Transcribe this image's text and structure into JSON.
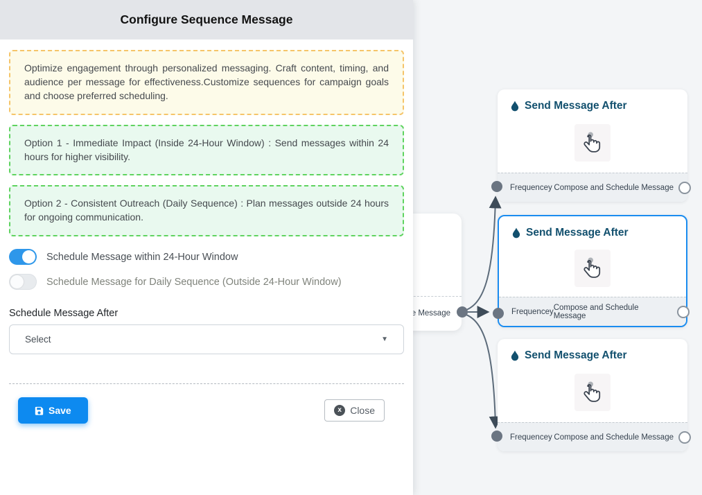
{
  "panel": {
    "title": "Configure Sequence Message",
    "intro_note": "Optimize engagement through personalized messaging. Craft content, timing, and audience per message for effectiveness.Customize sequences for campaign goals and choose preferred scheduling.",
    "option1_note": "Option 1 - Immediate Impact (Inside 24-Hour Window) : Send messages within 24 hours for higher visibility.",
    "option2_note": "Option 2 - Consistent Outreach (Daily Sequence) : Plan messages outside 24 hours for ongoing communication.",
    "toggle_within_24h": {
      "label": "Schedule Message within 24-Hour Window",
      "state": "on"
    },
    "toggle_daily_sequence": {
      "label": "Schedule Message for Daily Sequence (Outside 24-Hour Window)",
      "state": "off"
    },
    "schedule_after": {
      "label": "Schedule Message After",
      "value": "Select"
    },
    "save_label": "Save",
    "close_label": "Close",
    "close_icon_glyph": "x"
  },
  "canvas": {
    "source_node": {
      "footer_label_partial": "ce Message"
    },
    "nodes": [
      {
        "title": "Send Message After",
        "footer_left": "Frequencey",
        "footer_right": "Compose and Schedule Message",
        "selected": false
      },
      {
        "title": "Send Message After",
        "footer_left": "Frequencey",
        "footer_right": "Compose and Schedule Message",
        "selected": true
      },
      {
        "title": "Send Message After",
        "footer_left": "Frequencey",
        "footer_right": "Compose and Schedule Message",
        "selected": false
      }
    ]
  },
  "icons": {
    "save": "floppy-disk-icon",
    "close": "circle-x-icon",
    "node_title": "water-drop-icon",
    "node_body": "hand-pointer-icon",
    "select_caret": "caret-down-icon"
  },
  "colors": {
    "accent_blue": "#0d8af0",
    "selected_node_border": "#1a8cf0",
    "toggle_on": "#2e97ea",
    "node_title_navy": "#12506e",
    "note_yellow_border": "#f5c469",
    "note_yellow_bg": "#fdfbe9",
    "note_green_border": "#5fd35f",
    "note_green_bg": "#e9f9ef",
    "edge_slate": "#5c6b7a",
    "port_fill": "#6b7582",
    "canvas_bg": "#f3f5f7",
    "header_bg": "#e3e5e9"
  }
}
